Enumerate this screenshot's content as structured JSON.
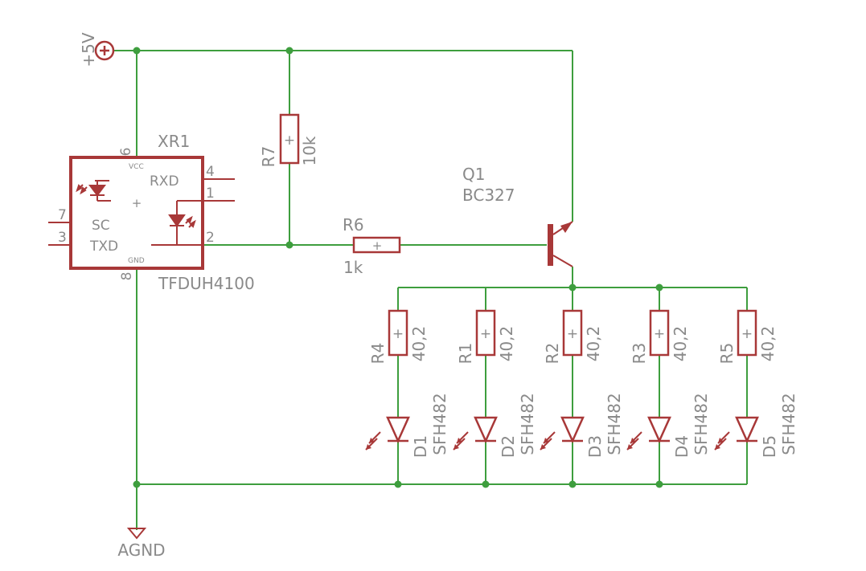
{
  "colors": {
    "wire": "#3e9e3e",
    "part": "#a83838",
    "junction": "#3e9e3e",
    "text": "#8a8a8a"
  },
  "supply": {
    "label": "+5V"
  },
  "ground": {
    "label": "AGND"
  },
  "ic": {
    "ref": "XR1",
    "value": "TFDUH4100",
    "vcc": "VCC",
    "gnd": "GND",
    "rxd": "RXD",
    "txd": "TXD",
    "sc": "SC",
    "plus": "+",
    "pins": {
      "p6": "6",
      "p8": "8",
      "p4": "4",
      "p1": "1",
      "p2": "2",
      "p7": "7",
      "p3": "3"
    }
  },
  "r7": {
    "ref": "R7",
    "value": "10k"
  },
  "r6": {
    "ref": "R6",
    "value": "1k"
  },
  "q1": {
    "ref": "Q1",
    "value": "BC327"
  },
  "resistor_plus": "+",
  "leds": [
    {
      "rref": "R4",
      "rval": "40,2",
      "dref": "D1",
      "dval": "SFH482"
    },
    {
      "rref": "R1",
      "rval": "40,2",
      "dref": "D2",
      "dval": "SFH482"
    },
    {
      "rref": "R2",
      "rval": "40,2",
      "dref": "D3",
      "dval": "SFH482"
    },
    {
      "rref": "R3",
      "rval": "40,2",
      "dref": "D4",
      "dval": "SFH482"
    },
    {
      "rref": "R5",
      "rval": "40,2",
      "dref": "D5",
      "dval": "SFH482"
    }
  ]
}
